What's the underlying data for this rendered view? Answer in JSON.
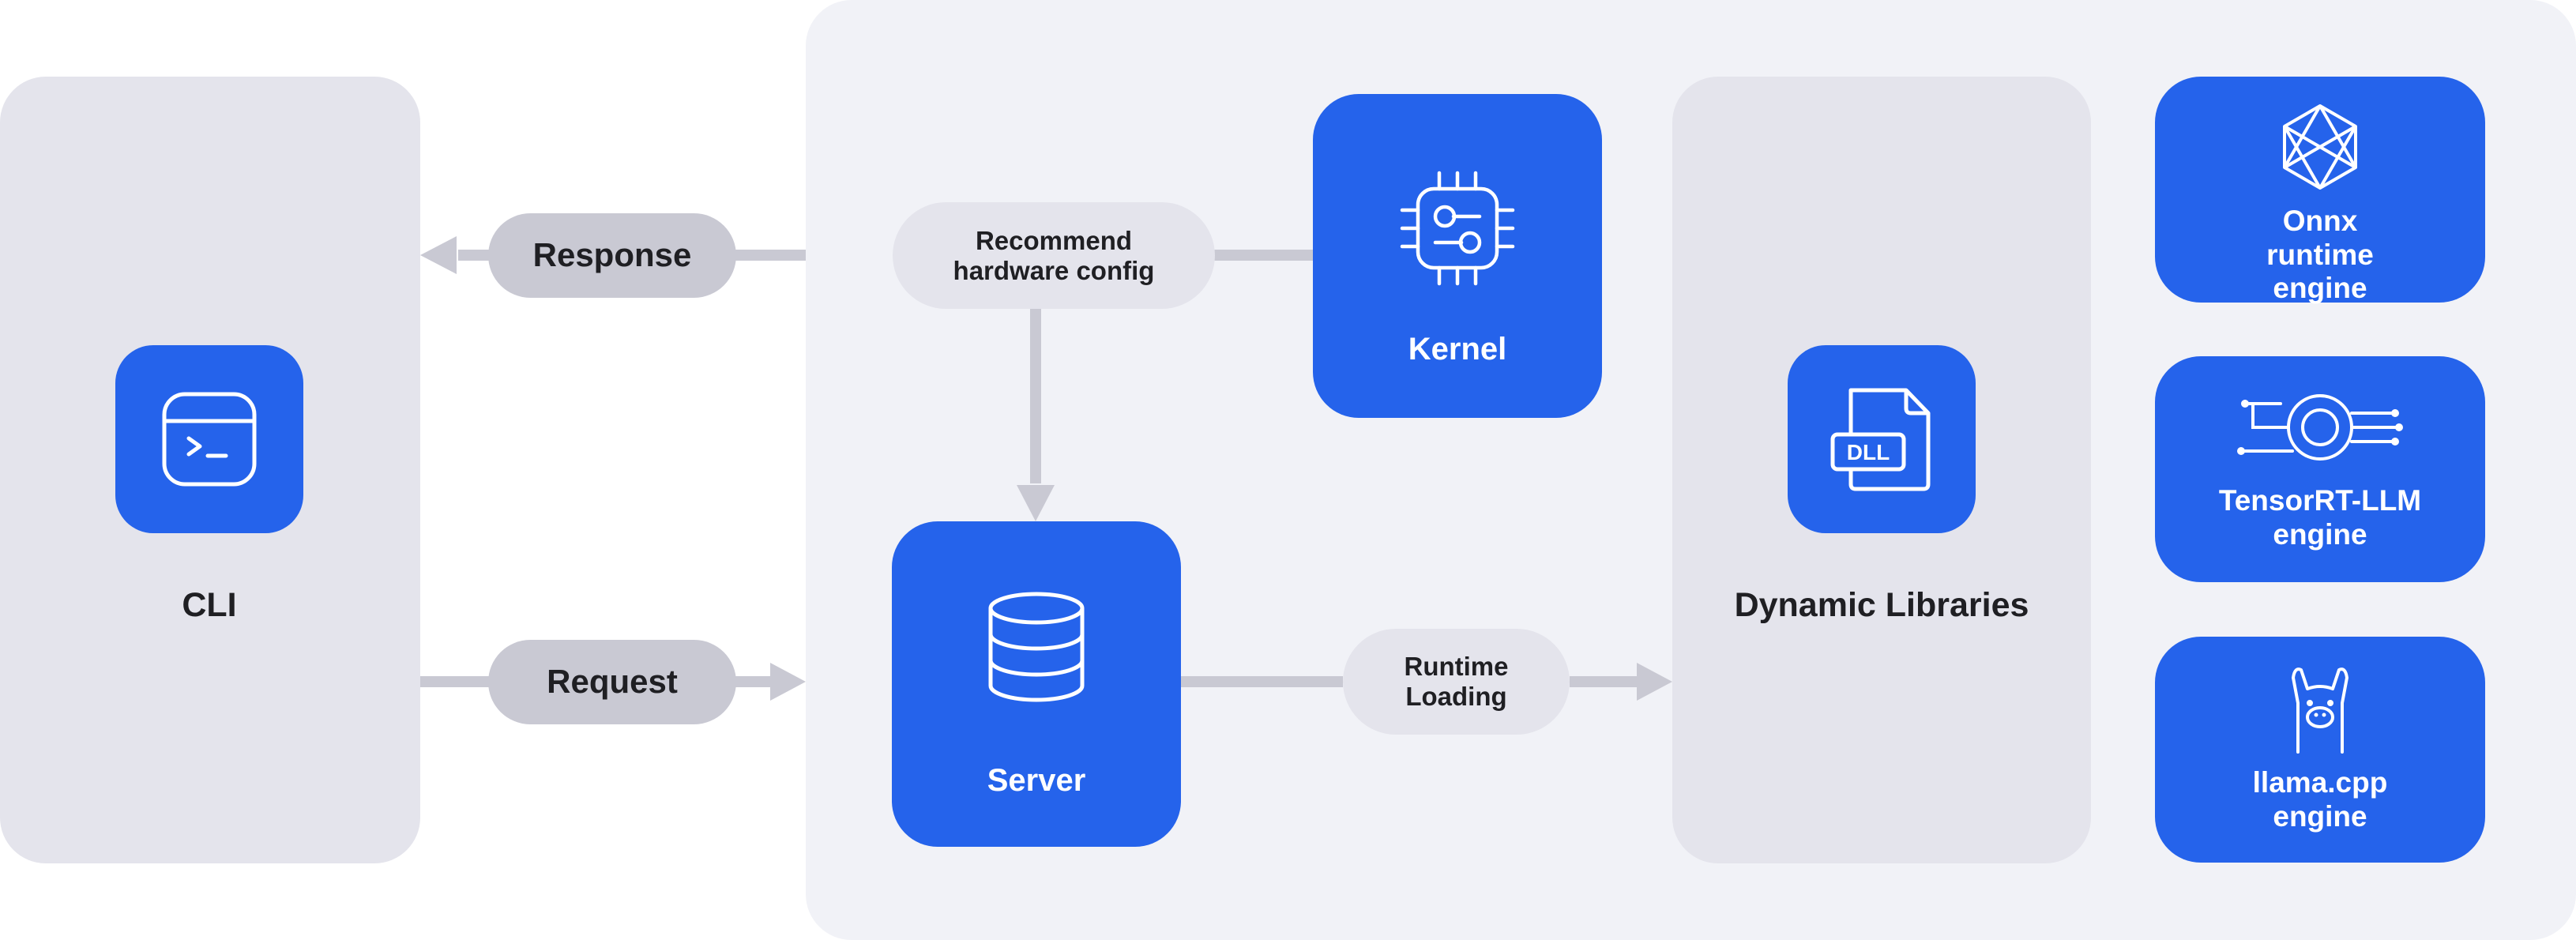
{
  "colors": {
    "accent_blue": "#2563EB",
    "panel_gray": "#E4E4EC",
    "container_bg": "#F1F2F7",
    "pill_gray": "#C9C9D3",
    "pill_light": "#E4E4EC",
    "arrow_gray": "#C9C9D3"
  },
  "cli": {
    "label": "CLI",
    "icon": "terminal-icon"
  },
  "arrows": {
    "response": "Response",
    "request": "Request",
    "recommend": "Recommend hardware config",
    "runtime": "Runtime Loading"
  },
  "kernel": {
    "label": "Kernel",
    "icon": "chip-icon"
  },
  "server": {
    "label": "Server",
    "icon": "database-icon"
  },
  "dynamic_libraries": {
    "label": "Dynamic Libraries",
    "icon": "dll-file-icon"
  },
  "engines": [
    {
      "label": "Onnx runtime engine",
      "icon": "onnx-icon"
    },
    {
      "label": "TensorRT-LLM engine",
      "icon": "tensorrt-icon"
    },
    {
      "label": "llama.cpp engine",
      "icon": "llama-icon"
    }
  ]
}
